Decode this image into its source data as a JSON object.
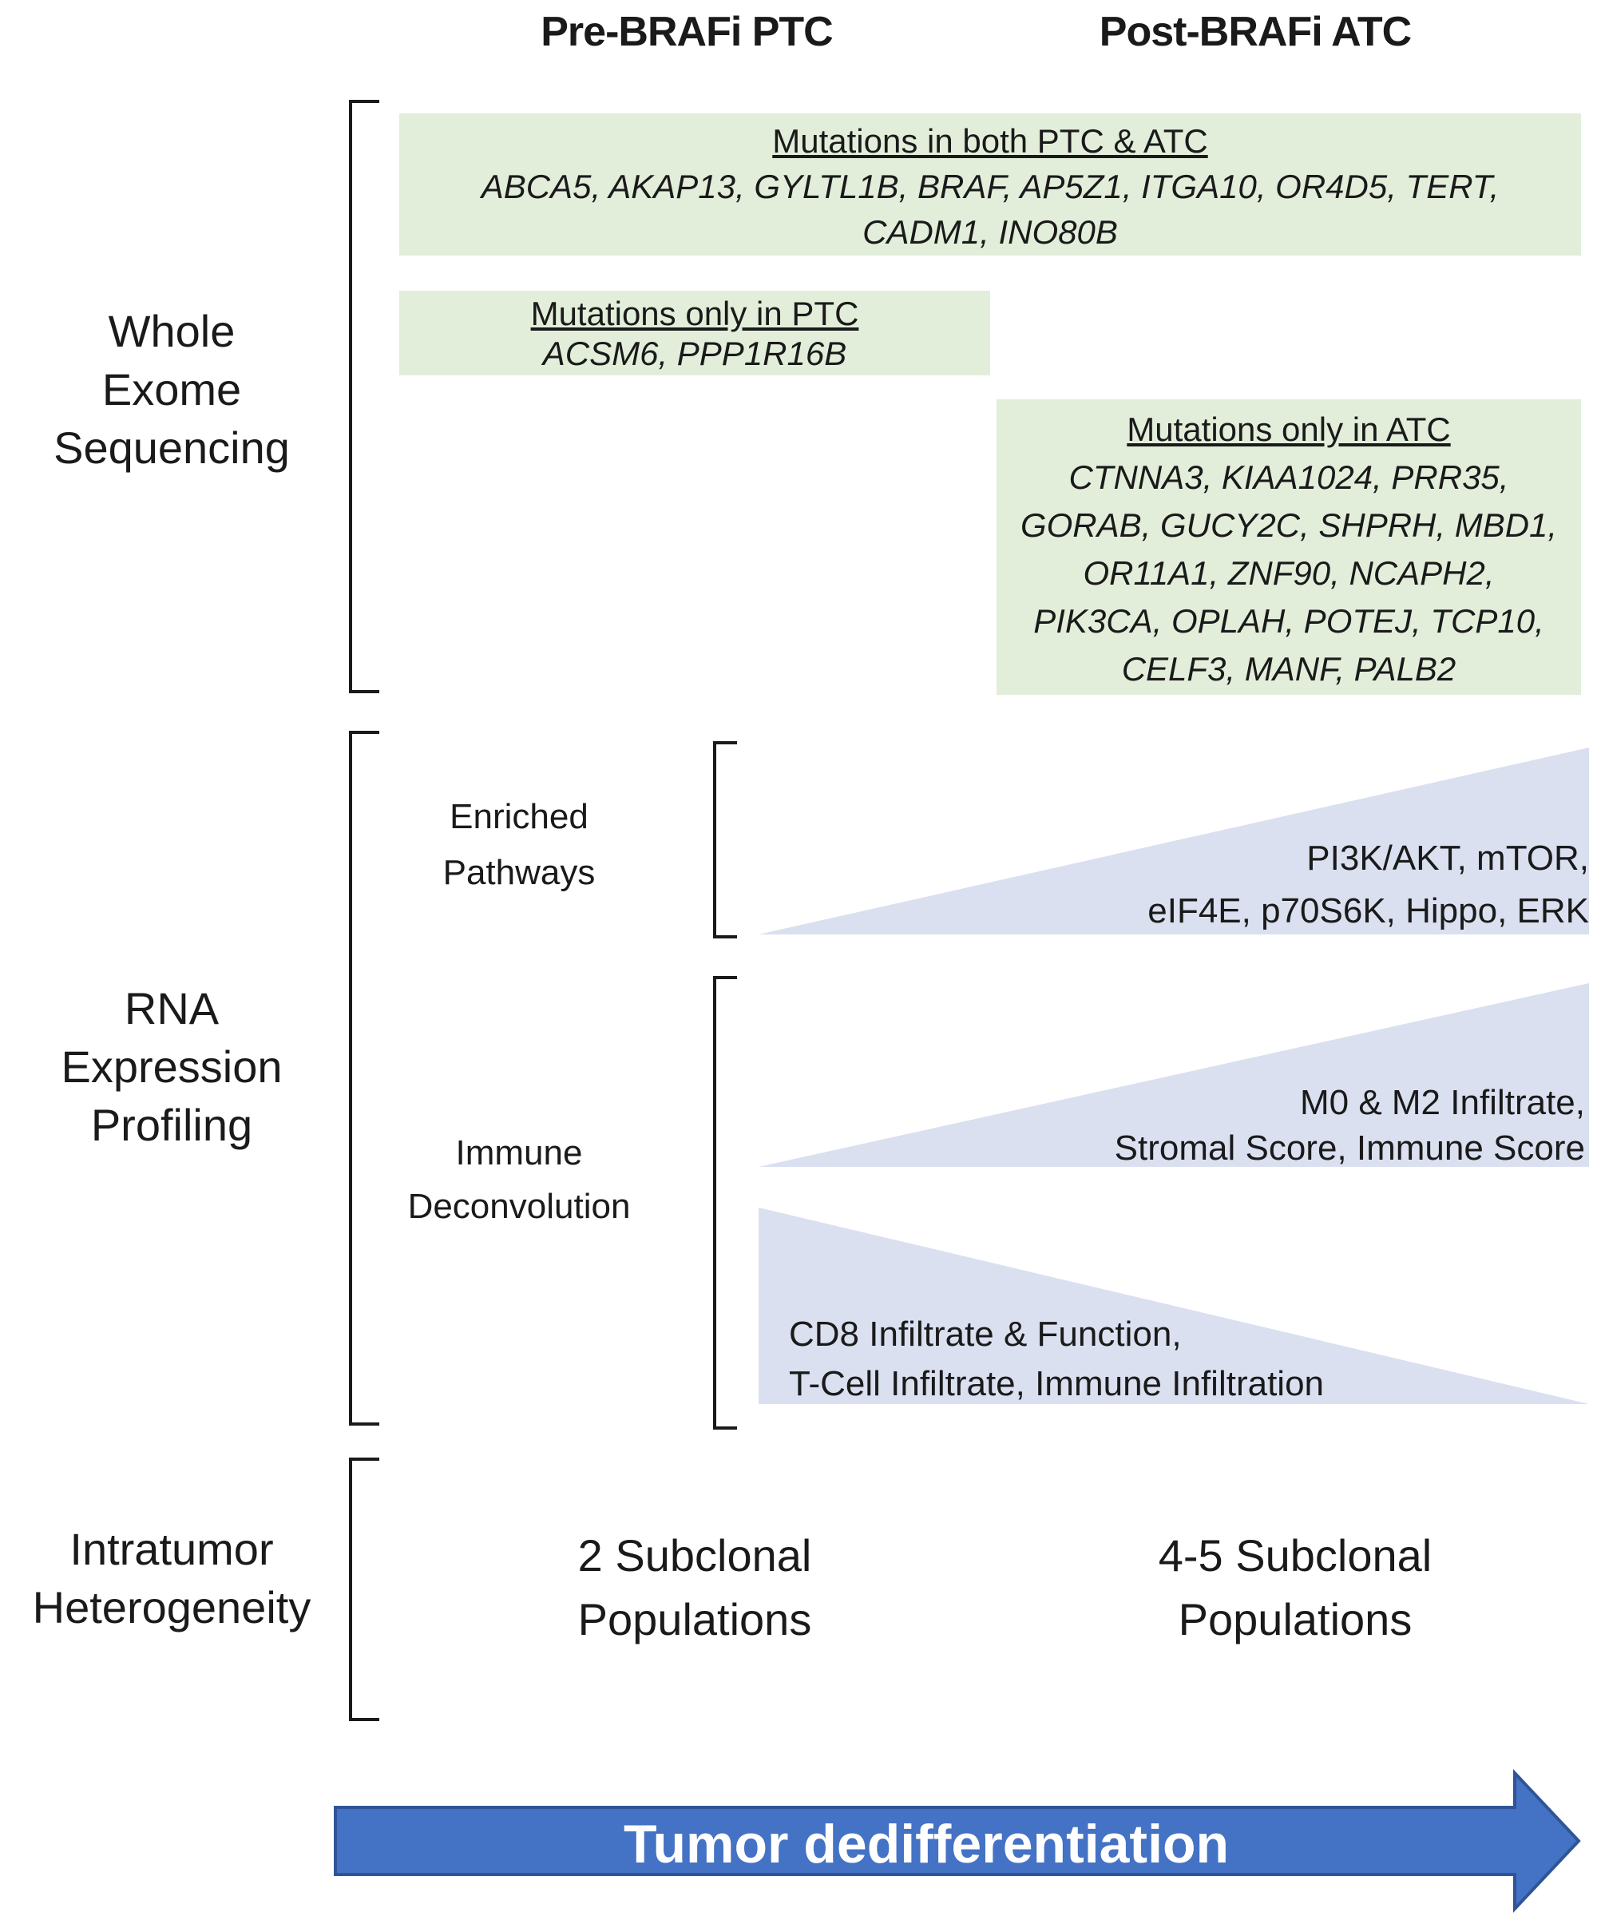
{
  "colors": {
    "green_box": "#E2EEDA",
    "triangle": "#DAE0F0",
    "arrow_fill": "#4472C4",
    "arrow_border": "#2F5597"
  },
  "headers": {
    "left": "Pre-BRAFi PTC",
    "right": "Post-BRAFi ATC"
  },
  "sections": {
    "wes": {
      "label": "Whole\nExome\nSequencing",
      "box_both": {
        "title": "Mutations in both PTC & ATC",
        "genes_line1": "ABCA5, AKAP13, GYLTL1B, BRAF, AP5Z1, ITGA10, OR4D5, TERT,",
        "genes_line2": "CADM1, INO80B"
      },
      "box_ptc": {
        "title": "Mutations only in PTC",
        "genes_line1": "ACSM6, PPP1R16B"
      },
      "box_atc": {
        "title": "Mutations only in ATC",
        "genes_lines": [
          "CTNNA3, KIAA1024, PRR35,",
          "GORAB, GUCY2C, SHPRH, MBD1,",
          "OR11A1, ZNF90, NCAPH2,",
          "PIK3CA, OPLAH, POTEJ, TCP10,",
          "CELF3, MANF, PALB2"
        ]
      }
    },
    "rna": {
      "label": "RNA\nExpression\nProfiling",
      "enriched_pathways": {
        "label": "Enriched\nPathways",
        "line1": "PI3K/AKT, mTOR,",
        "line2": "eIF4E, p70S6K, Hippo, ERK"
      },
      "immune_deconvolution": {
        "label": "Immune\nDeconvolution",
        "up_line1": "M0 & M2 Infiltrate,",
        "up_line2": "Stromal Score, Immune Score",
        "down_line1": "CD8 Infiltrate & Function,",
        "down_line2": "T-Cell Infiltrate, Immune Infiltration"
      }
    },
    "heterogeneity": {
      "label": "Intratumor\nHeterogeneity",
      "left": "2 Subclonal\nPopulations",
      "right": "4-5 Subclonal\nPopulations"
    }
  },
  "arrow": {
    "label": "Tumor dedifferentiation"
  }
}
